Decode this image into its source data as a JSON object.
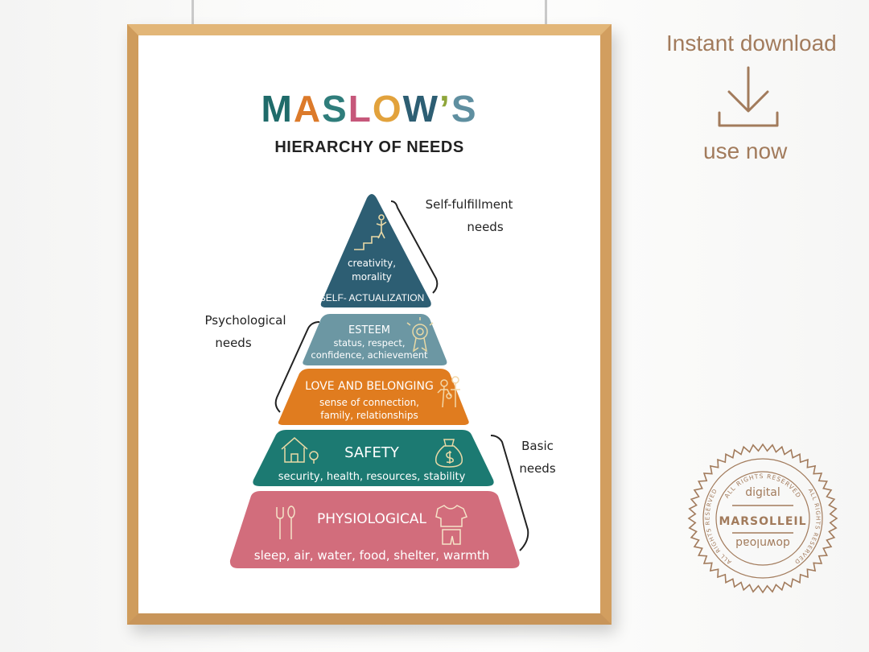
{
  "promo": {
    "instant_download": "Instant download",
    "use_now": "use now",
    "icon": "download-icon",
    "color": "#a27b5c"
  },
  "poster": {
    "title_letters": [
      {
        "ch": "M",
        "color": "#1f6b6a"
      },
      {
        "ch": "A",
        "color": "#dc7a2a"
      },
      {
        "ch": "S",
        "color": "#2f7d7b"
      },
      {
        "ch": "L",
        "color": "#c6577a"
      },
      {
        "ch": "O",
        "color": "#e2a23c"
      },
      {
        "ch": "W",
        "color": "#2d5e73"
      },
      {
        "ch": "’",
        "color": "#8fa63a"
      },
      {
        "ch": "S",
        "color": "#5f8fa0"
      }
    ],
    "subtitle": "HIERARCHY OF NEEDS",
    "levels": {
      "self_actualization": {
        "title": "SELF- ACTUALIZATION",
        "desc1": "creativity,",
        "desc2": "morality",
        "color": "#2d5e73",
        "icon": "stairs-person-icon"
      },
      "esteem": {
        "title": "ESTEEM",
        "desc1": "status, respect,",
        "desc2": "confidence, achievement",
        "color": "#6c97a3",
        "icon": "award-ribbon-icon"
      },
      "love": {
        "title": "LOVE AND BELONGING",
        "desc1": "sense of connection,",
        "desc2": "family, relationships",
        "color": "#e07c1f",
        "icon": "family-icon"
      },
      "safety": {
        "title": "SAFETY",
        "desc1": "security, health, resources, stability",
        "color": "#1c7a72",
        "icons": [
          "house-icon",
          "money-bag-icon"
        ]
      },
      "physiological": {
        "title": "PHYSIOLOGICAL",
        "desc1": "sleep, air, water, food, shelter, warmth",
        "color": "#d26d7c",
        "icons": [
          "fork-spoon-icon",
          "clothes-icon"
        ]
      }
    },
    "notes": {
      "self_fulfillment": [
        "Self-fulfillment",
        "needs"
      ],
      "psychological": [
        "Psychological",
        "needs"
      ],
      "basic": [
        "Basic",
        "needs"
      ]
    }
  },
  "seal": {
    "top_text": "ALL RIGHTS RESERVED",
    "left_text": "ALL RIGHTS RESERVED",
    "right_text": "ALL RIGHTS RESERVED",
    "word_top": "digital",
    "brand": "MARSOLLEIL",
    "word_bottom": "download",
    "color": "#a27b5c"
  }
}
